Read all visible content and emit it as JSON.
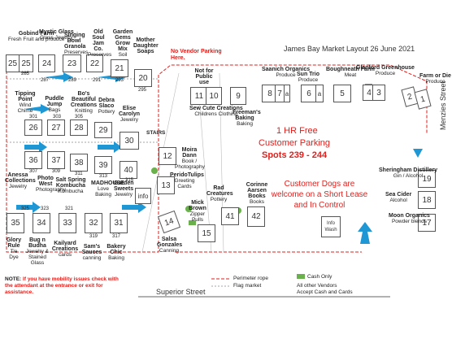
{
  "title": "James Bay Market Layout 26 June 2021",
  "no_parking": "No Vendor Parking Here.",
  "street_bottom": "Superior Street",
  "street_right": "Menzies Street",
  "stairs": "STAIRS",
  "parking_free": "1 HR Free",
  "parking_label": "Customer Parking",
  "parking_spots": "Spots 239 - 244",
  "dogs_text": "Customer Dogs are welcome on a Short Lease and In Control",
  "note_prefix": "NOTE:",
  "note_text": " If you have mobility issues check with the attendant at the entrance or exit for assistance.",
  "legend": {
    "perimeter": "Perimeter rope",
    "flag": "Flag market",
    "cash_only": "Cash Only",
    "other": "All other Vendors",
    "other2": "Accept Cash and Cards"
  },
  "colors": {
    "arrow": "#1f97d4",
    "red": "#e0201c",
    "cash": "#6ab04c"
  },
  "booths": [
    {
      "n": "25"
    },
    {
      "n": "25"
    },
    {
      "n": "24"
    },
    {
      "n": "23"
    },
    {
      "n": "22"
    },
    {
      "n": "21"
    },
    {
      "n": "20"
    },
    {
      "n": "26"
    },
    {
      "n": "27"
    },
    {
      "n": "28"
    },
    {
      "n": "29"
    },
    {
      "n": "30"
    },
    {
      "n": "36"
    },
    {
      "n": "37"
    },
    {
      "n": "38"
    },
    {
      "n": "39"
    },
    {
      "n": "40"
    },
    {
      "n": "35"
    },
    {
      "n": "34"
    },
    {
      "n": "33"
    },
    {
      "n": "32"
    },
    {
      "n": "31"
    },
    {
      "n": "11"
    },
    {
      "n": "10"
    },
    {
      "n": "9"
    },
    {
      "n": "8"
    },
    {
      "n": "7"
    },
    {
      "n": "a"
    },
    {
      "n": "6"
    },
    {
      "n": "a"
    },
    {
      "n": "5"
    },
    {
      "n": "4"
    },
    {
      "n": "3"
    },
    {
      "n": "2"
    },
    {
      "n": "1"
    },
    {
      "n": "12"
    },
    {
      "n": "13"
    },
    {
      "n": "14"
    },
    {
      "n": "15"
    },
    {
      "n": "41"
    },
    {
      "n": "42"
    },
    {
      "n": "19"
    },
    {
      "n": "18"
    },
    {
      "n": "17"
    },
    {
      "n": "info"
    },
    {
      "n": "Info Wash"
    }
  ],
  "small_numbers": [
    "285",
    "287",
    "289",
    "291",
    "293",
    "295",
    "301",
    "303",
    "305",
    "307",
    "309",
    "311",
    "313",
    "315",
    "317",
    "319",
    "321",
    "323",
    "325"
  ],
  "vendors": [
    {
      "name": "Gobind Farm",
      "desc": "Fresh Fruit and produce"
    },
    {
      "name": "Mystic Glass",
      "desc": "Glass Jewelry"
    },
    {
      "name": "Singing Bowl Granola",
      "desc": "Preserves"
    },
    {
      "name": "Old Soul Jam Co.",
      "desc": "Preserves"
    },
    {
      "name": "Garden Gems Grow Mix",
      "desc": "Soil"
    },
    {
      "name": "Mother Daughter Soaps",
      "desc": ""
    },
    {
      "name": "Not for Public use",
      "desc": ""
    },
    {
      "name": "Saanich Organics",
      "desc": "Produce"
    },
    {
      "name": "Sun Trio",
      "desc": "Produce"
    },
    {
      "name": "Boughneath Farm",
      "desc": "Meat"
    },
    {
      "name": "Glanford Greenhouse",
      "desc": "Produce"
    },
    {
      "name": "Farm or Die",
      "desc": "Produce"
    },
    {
      "name": "Tipping Point",
      "desc": "Wind Chime"
    },
    {
      "name": "Puddle Jump",
      "desc": "Bags"
    },
    {
      "name": "Bo's Beautiful Creations",
      "desc": "Knitting"
    },
    {
      "name": "Debra Slaco",
      "desc": "Pottery"
    },
    {
      "name": "Elise Carolyn",
      "desc": "Jewelry"
    },
    {
      "name": "Sew Cute Creations",
      "desc": "Childrens Clothing"
    },
    {
      "name": "Freeman's Baking",
      "desc": "Baking"
    },
    {
      "name": "Moira Dann",
      "desc": "Book / Photography"
    },
    {
      "name": "PeridoTulips",
      "desc": "Greeting Cards"
    },
    {
      "name": "Anessa Collections",
      "desc": "Jewelry"
    },
    {
      "name": "Photo West",
      "desc": "Photography"
    },
    {
      "name": "Salt Spring Kombucha",
      "desc": "Kombucha"
    },
    {
      "name": "MADHOUSE",
      "desc": "Love Baking"
    },
    {
      "name": "Garden Sweets",
      "desc": "Jewelry"
    },
    {
      "name": "Rad Creatures",
      "desc": "Pottery"
    },
    {
      "name": "Corinne Aarsen Books",
      "desc": "Books"
    },
    {
      "name": "Mick Brown",
      "desc": "Zipper Pulls"
    },
    {
      "name": "Salsa Gonzales",
      "desc": "Canning"
    },
    {
      "name": "Sheringham Distillery",
      "desc": "Gin / Alcohol"
    },
    {
      "name": "Sea Cider",
      "desc": "Alcohol"
    },
    {
      "name": "Moon Organics",
      "desc": "Powder blends"
    },
    {
      "name": "Glory Rule",
      "desc": "Tie Dye"
    },
    {
      "name": "Bug n Budha",
      "desc": "Jewelry & Stained Glass"
    },
    {
      "name": "Kailyard Creations",
      "desc": "cards"
    },
    {
      "name": "Sam's Sauces",
      "desc": "canning"
    },
    {
      "name": "Bakery Chic",
      "desc": "Baking"
    }
  ]
}
